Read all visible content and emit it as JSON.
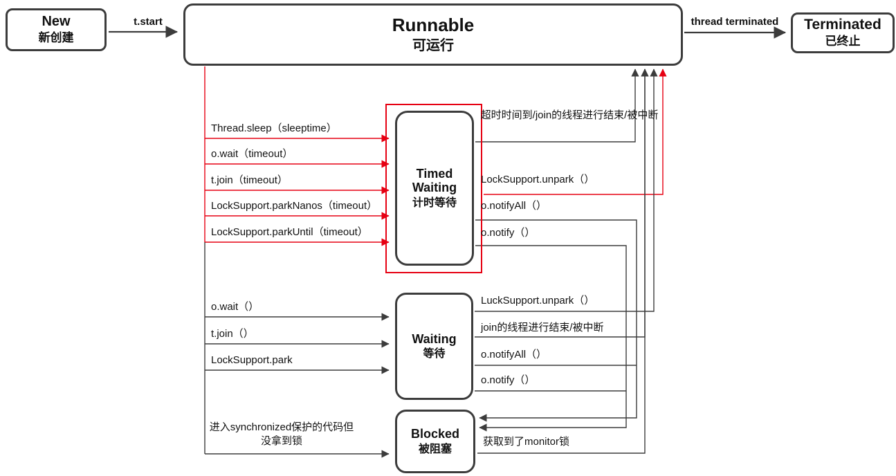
{
  "colors": {
    "accent_red": "#e60012",
    "line": "#3c3c3c",
    "background": "#ffffff"
  },
  "states": {
    "new": {
      "name": "New",
      "zh": "新创建"
    },
    "runnable": {
      "name": "Runnable",
      "zh": "可运行"
    },
    "terminated": {
      "name": "Terminated",
      "zh": "已终止"
    },
    "timed_waiting": {
      "name": "Timed Waiting",
      "zh": "计时等待"
    },
    "waiting": {
      "name": "Waiting",
      "zh": "等待"
    },
    "blocked": {
      "name": "Blocked",
      "zh": "被阻塞"
    }
  },
  "edges": {
    "start": "t.start",
    "terminate": "thread terminated",
    "runnable_to_timed_waiting": [
      "Thread.sleep（sleeptime）",
      "o.wait（timeout）",
      "t.join（timeout）",
      "LockSupport.parkNanos（timeout）",
      "LockSupport.parkUntil（timeout）"
    ],
    "timed_waiting_to_runnable": [
      "超时时间到/join的线程进行结束/被中断",
      "LockSupport.unpark（）",
      "o.notifyAll（）",
      "o.notify（）"
    ],
    "runnable_to_waiting": [
      "o.wait（）",
      "t.join（）",
      "LockSupport.park"
    ],
    "waiting_returns": [
      "LuckSupport.unpark（）",
      "join的线程进行结束/被中断",
      "o.notifyAll（）",
      "o.notify（）"
    ],
    "runnable_to_blocked": "进入synchronized保护的代码但没拿到锁",
    "blocked_to_runnable": "获取到了monitor锁"
  }
}
